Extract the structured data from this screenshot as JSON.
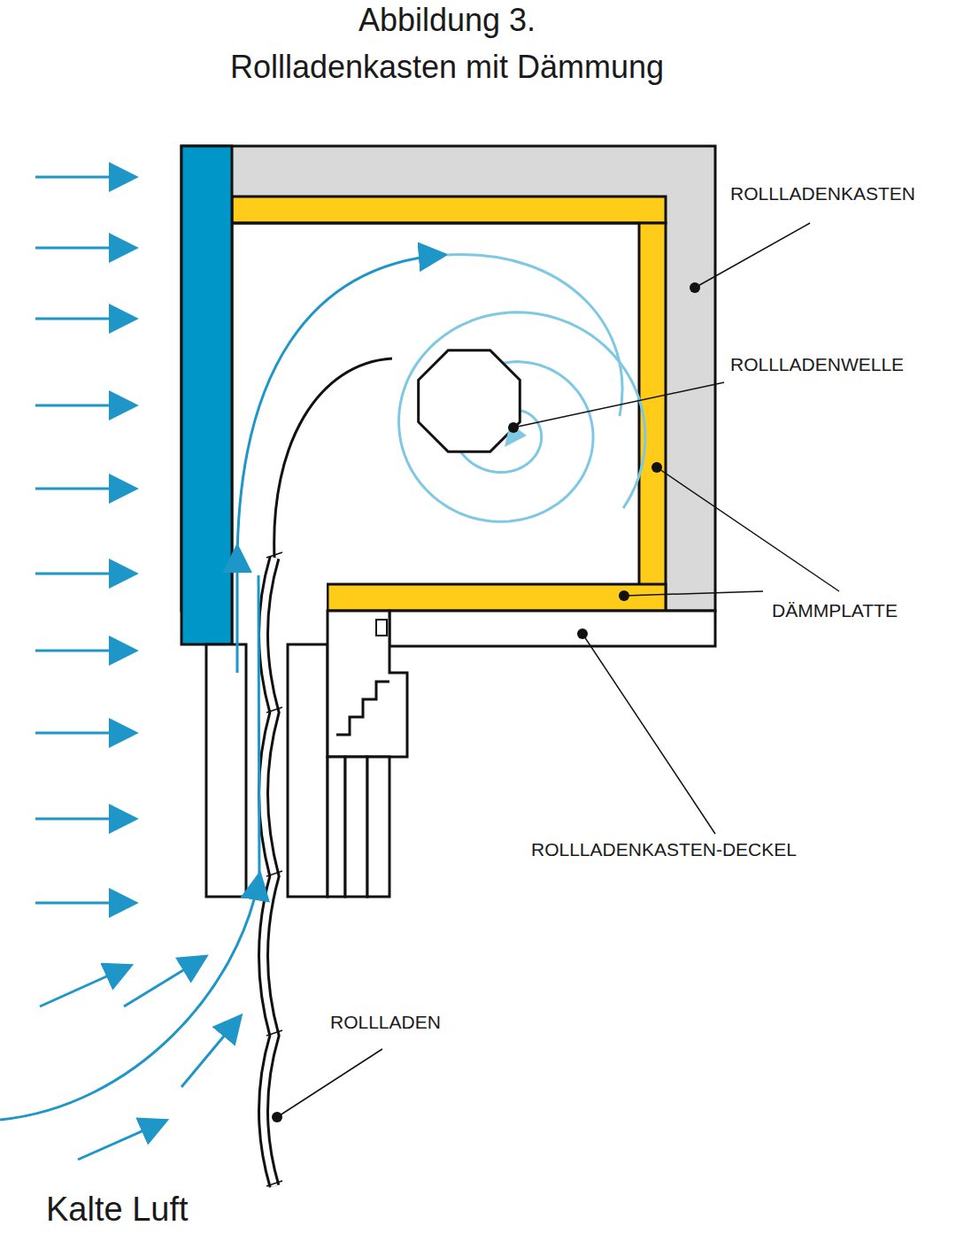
{
  "diagram": {
    "title": "Abbildung 3.",
    "labels": [
      "Rollladenkasten mit Dämmung",
      "ROLLLADENKASTEN",
      "ROLLLADENWELLE",
      "DÄMMPLATTE",
      "ROLLLADENKASTEN-DECKEL",
      "ROLLLADEN",
      "Kalte Luft"
    ]
  }
}
